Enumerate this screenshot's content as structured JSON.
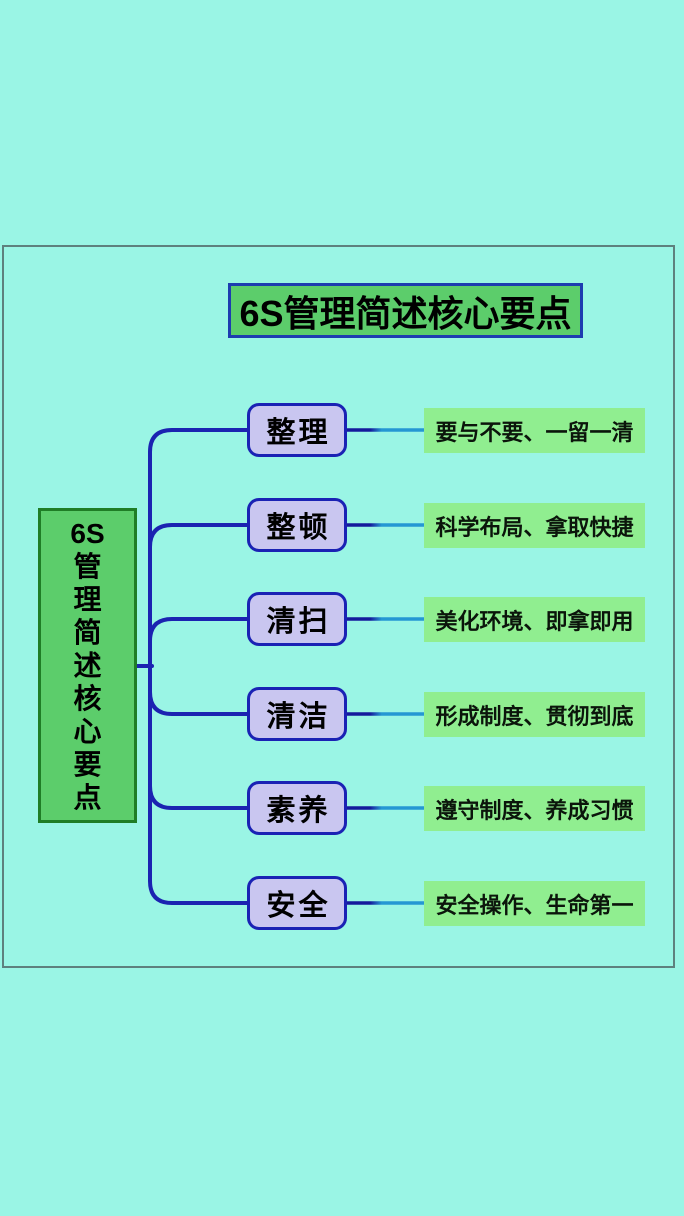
{
  "title": {
    "label": "6S管理简述核心要点"
  },
  "root": {
    "label": "6S管理简述核心要点",
    "lines": [
      "6S",
      "管",
      "理",
      "简",
      "述",
      "核",
      "心",
      "要",
      "点"
    ]
  },
  "branches": [
    {
      "label": "整理",
      "note": "要与不要、一留一清"
    },
    {
      "label": "整顿",
      "note": "科学布局、拿取快捷"
    },
    {
      "label": "清扫",
      "note": "美化环境、即拿即用"
    },
    {
      "label": "清洁",
      "note": "形成制度、贯彻到底"
    },
    {
      "label": "素养",
      "note": "遵守制度、养成习惯"
    },
    {
      "label": "安全",
      "note": "安全操作、生命第一"
    }
  ],
  "colors": {
    "background": "#9af5e5",
    "panel_border": "#5e807e",
    "node_green_fill": "#5ccd6b",
    "node_green_border": "#1f7d26",
    "title_border_navy": "#1d3cb0",
    "branch_lavender_fill": "#c9c6f0",
    "branch_border_navy": "#1a22b4",
    "connector_navy": "#1b23b1",
    "connector_light_blue": "#2497d3",
    "note_green_fill": "#90ee90",
    "text": "#000000"
  }
}
